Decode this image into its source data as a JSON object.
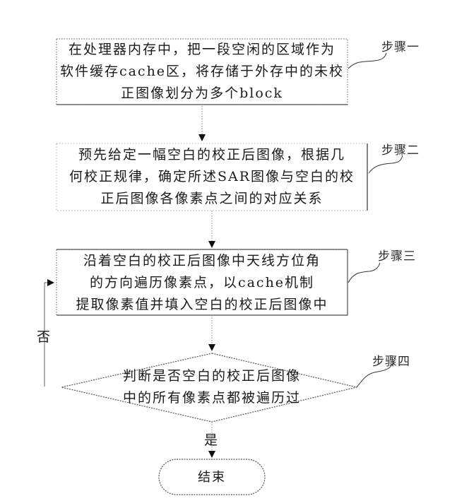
{
  "diagram": {
    "type": "flowchart",
    "nodes": [
      {
        "id": "step1",
        "shape": "rectangle",
        "lines": [
          "在处理器内存中，把一段空闲的区域作为",
          "软件缓存cache区，将存储于外存中的未校",
          "正图像划分为多个block"
        ],
        "label": "步骤一"
      },
      {
        "id": "step2",
        "shape": "rectangle",
        "lines": [
          "预先给定一幅空白的校正后图像，根据几",
          "何校正规律，确定所述SAR图像与空白的校",
          "正后图像各像素点之间的对应关系"
        ],
        "label": "步骤二"
      },
      {
        "id": "step3",
        "shape": "rectangle",
        "lines": [
          "沿着空白的校正后图像中天线方位角",
          "的方向遍历像素点，以cache机制",
          "提取像素值并填入空白的校正后图像中"
        ],
        "label": "步骤三"
      },
      {
        "id": "step4",
        "shape": "diamond",
        "lines": [
          "判断是否空白的校正后图像",
          "中的所有像素点都被遍历过"
        ],
        "label": "步骤四"
      },
      {
        "id": "end",
        "shape": "terminal",
        "lines": [
          "结束"
        ]
      }
    ],
    "edges": [
      {
        "from": "step1",
        "to": "step2",
        "label": ""
      },
      {
        "from": "step2",
        "to": "step3",
        "label": ""
      },
      {
        "from": "step3",
        "to": "step4",
        "label": ""
      },
      {
        "from": "step4",
        "to": "end",
        "label": "是"
      },
      {
        "from": "step4",
        "to": "step3",
        "label": "否"
      }
    ]
  }
}
